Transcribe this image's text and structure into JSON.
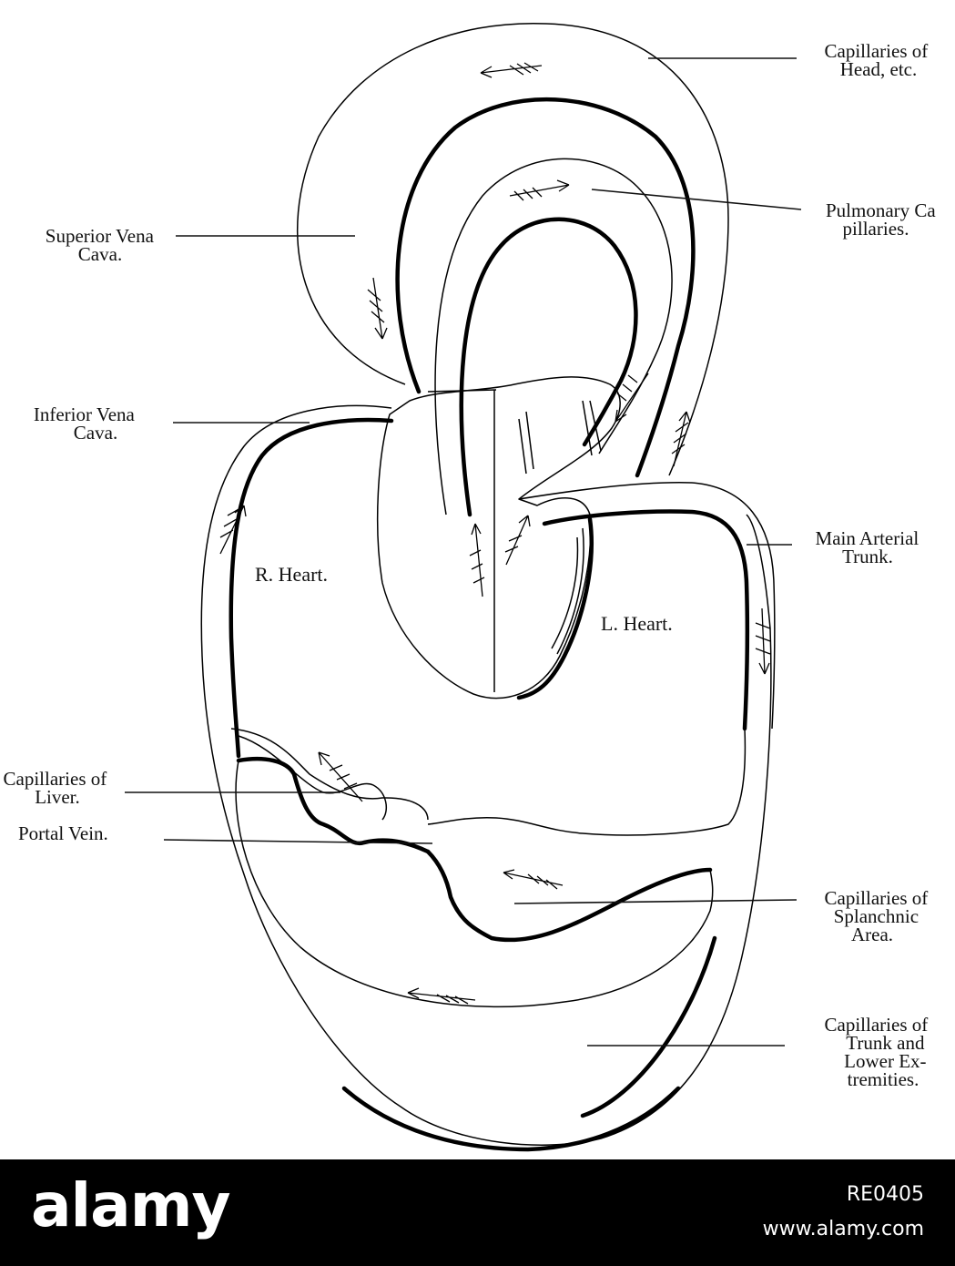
{
  "labels": {
    "capillaries_head": [
      "Capillaries of",
      "Head, etc."
    ],
    "pulmonary_capillaries": [
      "Pulmonary Ca",
      "pillaries."
    ],
    "superior_vena_cava": [
      "Superior Vena",
      "Cava."
    ],
    "inferior_vena_cava": [
      "Inferior Vena",
      "Cava."
    ],
    "main_arterial_trunk": [
      "Main Arterial",
      "Trunk."
    ],
    "right_heart": "R. Heart.",
    "left_heart": "L. Heart.",
    "capillaries_liver": [
      "Capillaries of",
      "Liver."
    ],
    "portal_vein": "Portal Vein.",
    "capillaries_splanchnic": [
      "Capillaries of",
      "Splanchnic",
      "Area."
    ],
    "capillaries_trunk": [
      "Capillaries of",
      "Trunk and",
      "Lower Ex-",
      "tremities."
    ]
  },
  "footer": {
    "logo": "alamy",
    "image_id": "RE0405",
    "site": "www.alamy.com"
  }
}
